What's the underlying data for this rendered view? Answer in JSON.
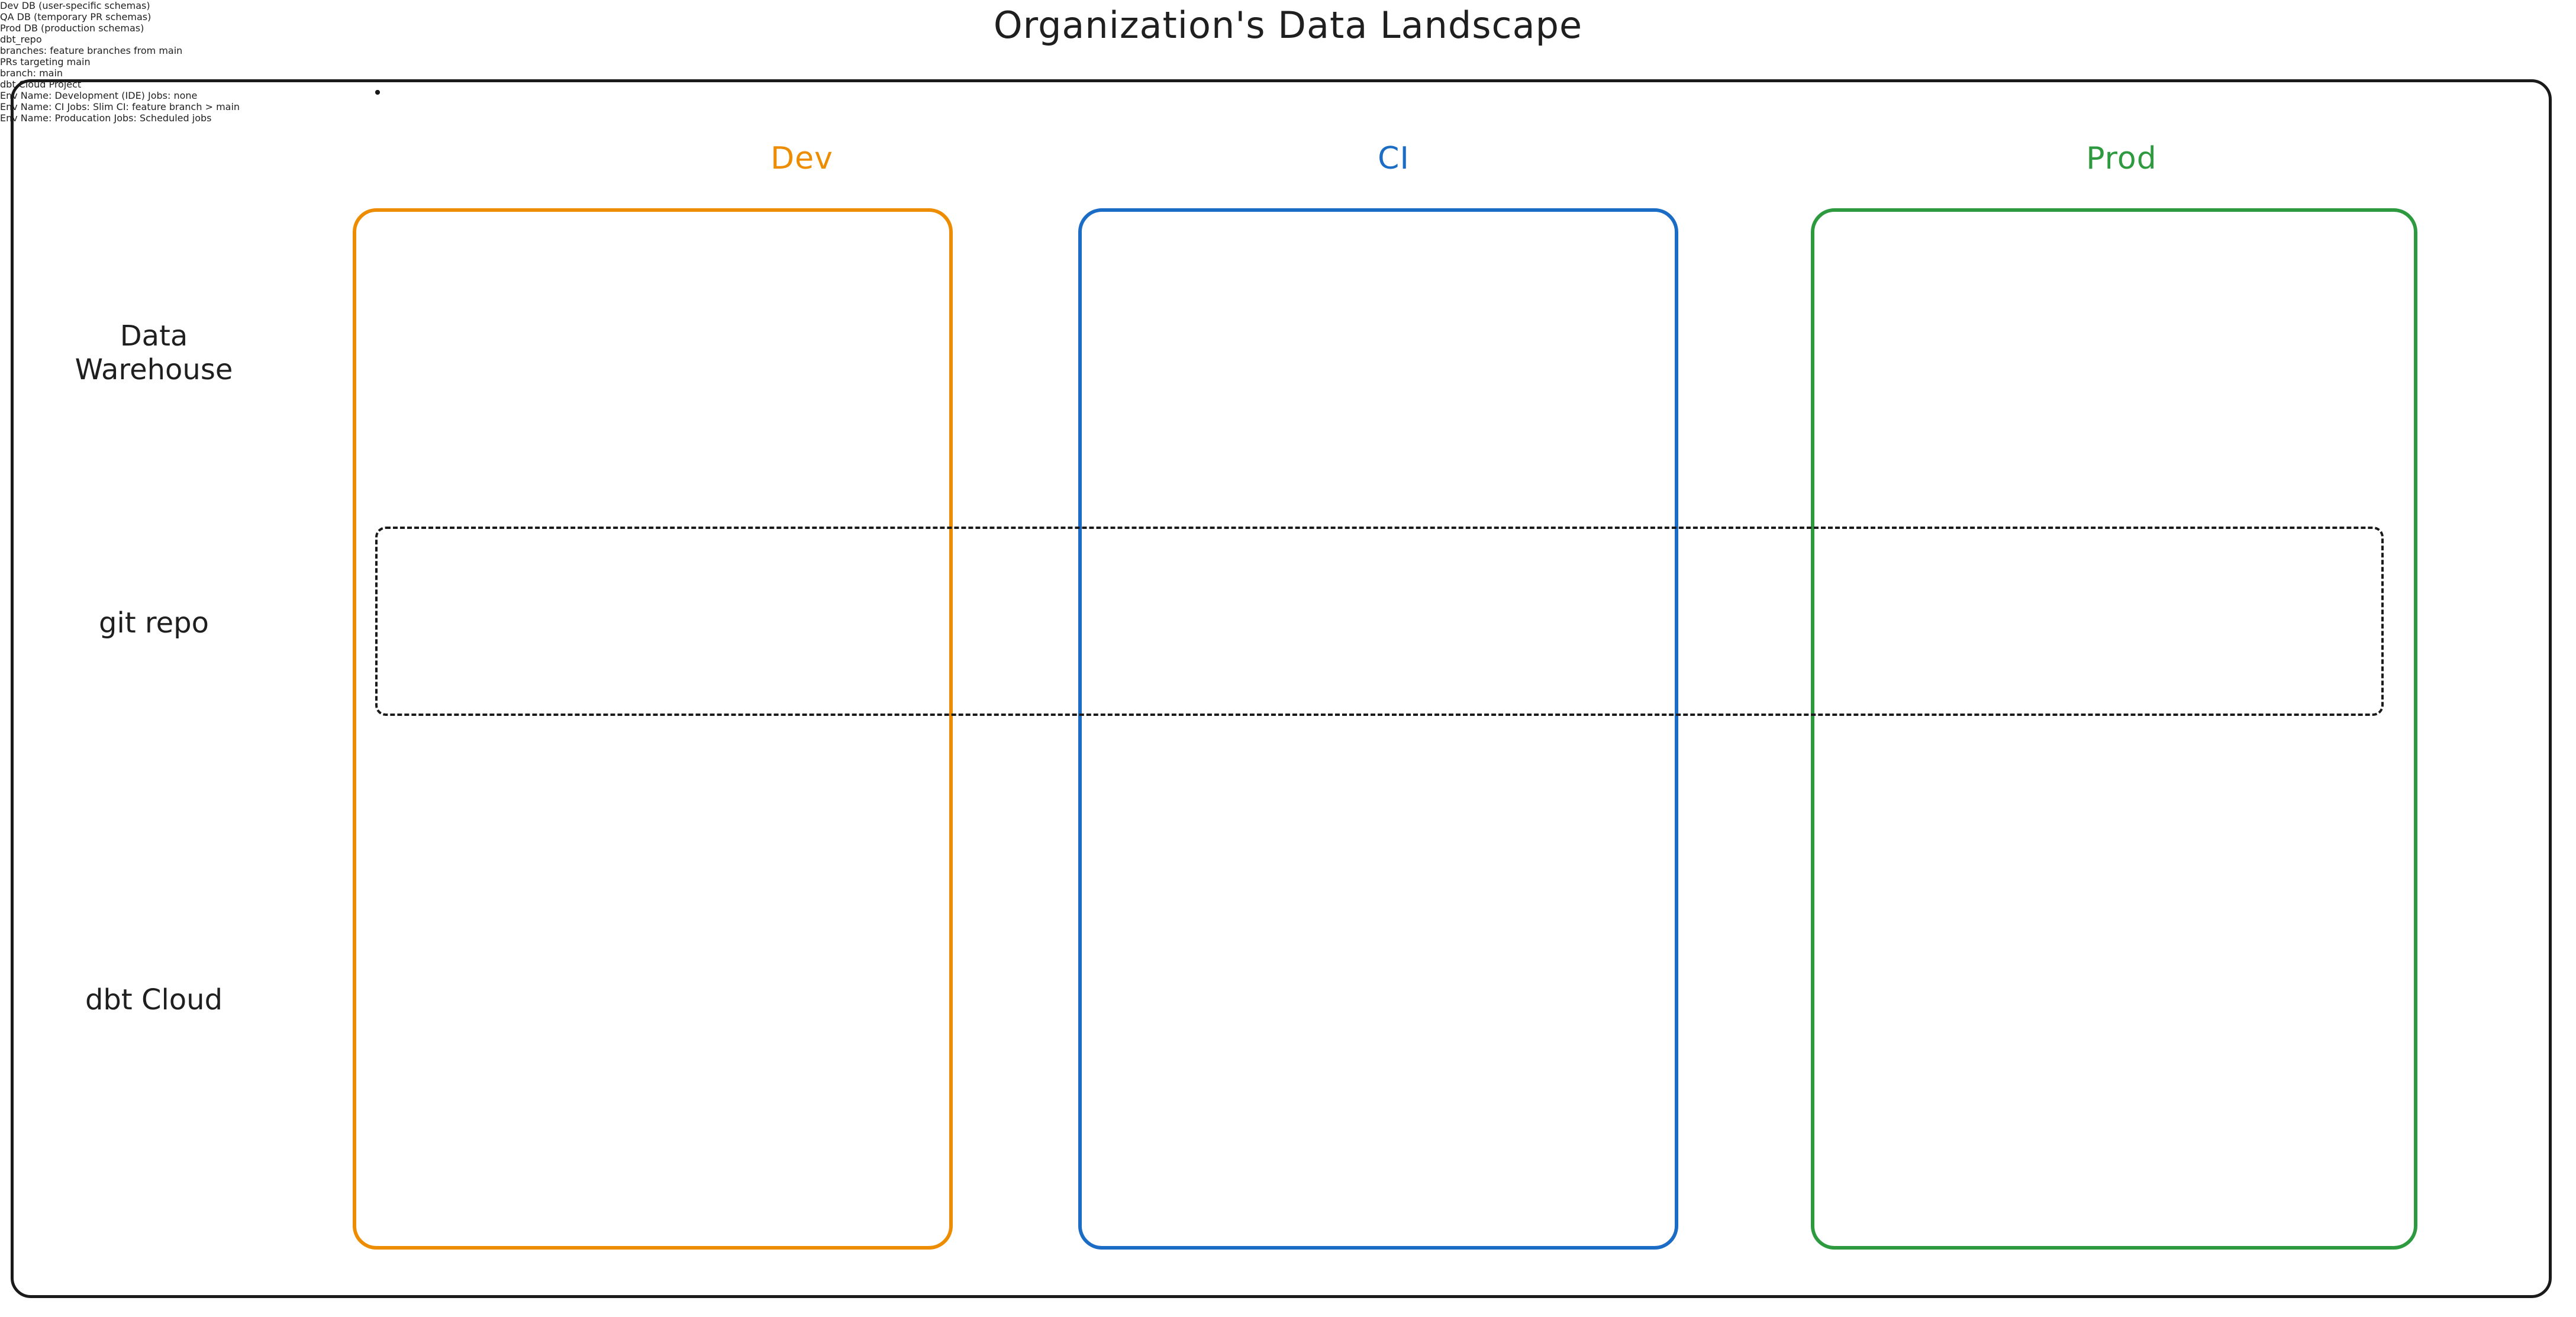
{
  "title": "Organization's Data Landscape",
  "colors": {
    "dev": "#ee8c00",
    "ci": "#1b6cc4",
    "prod": "#2e9a40",
    "stroke": "#1a1a1a",
    "text": "#1f1f1f",
    "background": "#ffffff"
  },
  "row_labels": {
    "warehouse": "Data\nWarehouse",
    "git_repo": "git repo",
    "dbt_cloud": "dbt Cloud"
  },
  "environments": [
    {
      "key": "dev",
      "header": "Dev",
      "color": "#ee8c00"
    },
    {
      "key": "ci",
      "header": "CI",
      "color": "#1b6cc4"
    },
    {
      "key": "prod",
      "header": "Prod",
      "color": "#2e9a40"
    }
  ],
  "groups": {
    "dbt_repo": {
      "label": "dbt_repo"
    },
    "dbt_cloud_project": {
      "label": "dbt Cloud Project"
    }
  },
  "warehouse_row": {
    "dev": "Dev DB\n(user-specific schemas)",
    "ci": "QA DB\n(temporary PR schemas)",
    "prod": "Prod DB\n(production schemas)"
  },
  "git_row": {
    "dev": "branches:\nfeature branches from main",
    "ci": "PRs targeting main",
    "prod": "branch: main"
  },
  "dbt_cloud_row": {
    "dev": "Env Name:\nDevelopment (IDE)\n\nJobs:\nnone",
    "ci": "Env Name:\nCI\n\nJobs:\nSlim CI: feature branch > main",
    "prod": "Env Name:\nProducation\n\nJobs:\nScheduled jobs"
  }
}
